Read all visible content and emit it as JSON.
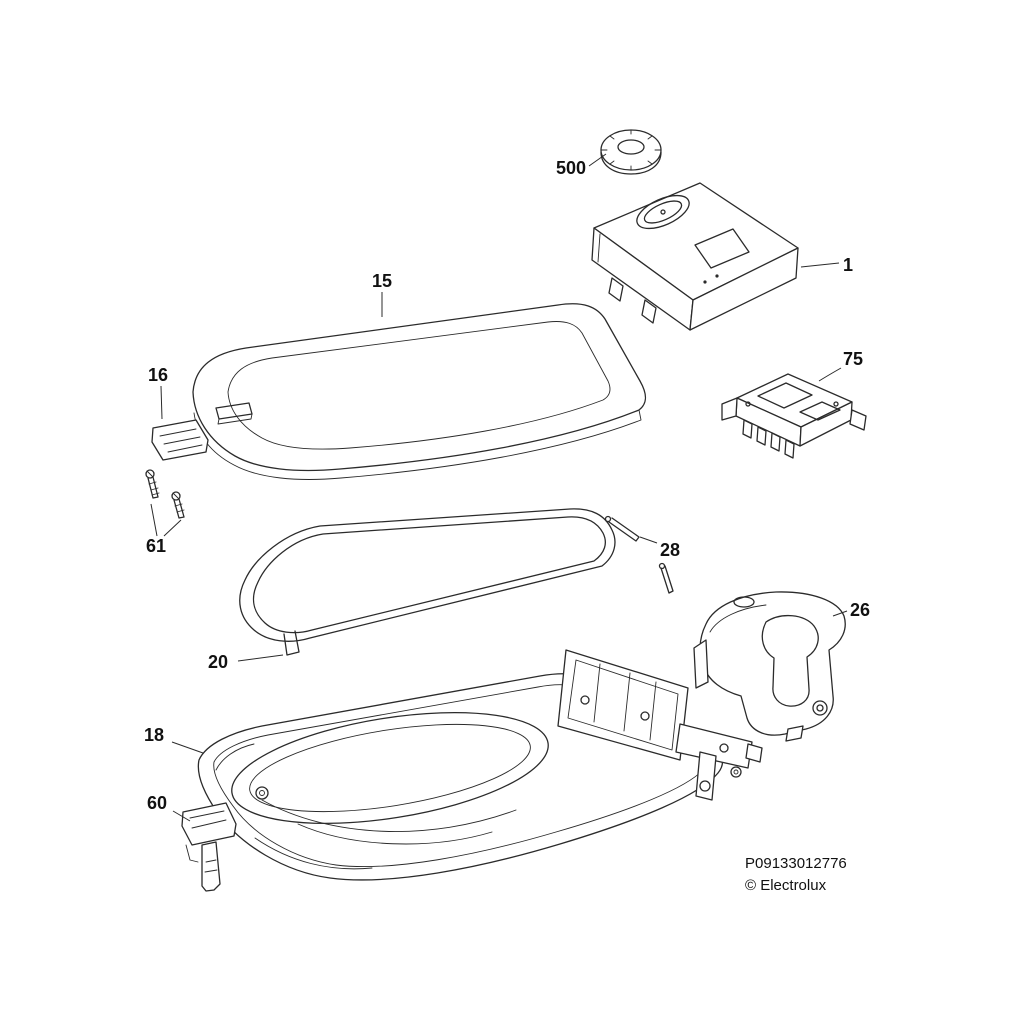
{
  "diagram": {
    "labels": {
      "knob": "500",
      "control_panel": "1",
      "top_lid": "15",
      "trim_bracket": "16",
      "module": "75",
      "screws": "61",
      "pin": "28",
      "gasket": "20",
      "dispenser_assembly": "26",
      "base": "18",
      "latch": "60"
    },
    "footer": {
      "part_code": "P09133012776",
      "copyright": "© Electrolux"
    },
    "colors": {
      "line": "#2b2b2b",
      "background": "#ffffff",
      "label": "#111111"
    }
  }
}
